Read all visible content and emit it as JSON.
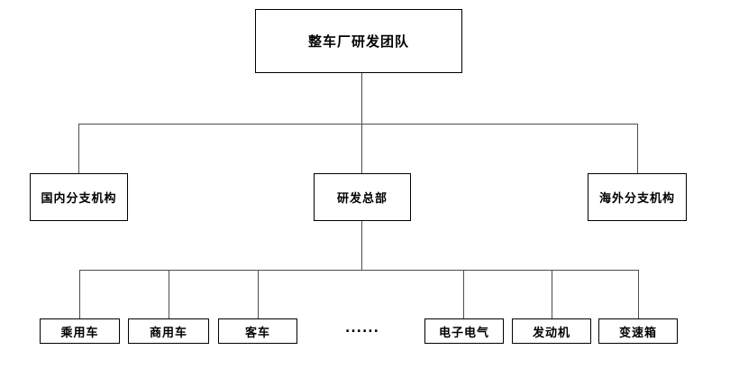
{
  "diagram": {
    "type": "org-chart",
    "root": {
      "label": "整车厂研发团队"
    },
    "level2": [
      {
        "label": "国内分支机构"
      },
      {
        "label": "研发总部"
      },
      {
        "label": "海外分支机构"
      }
    ],
    "level3": [
      {
        "label": "乘用车"
      },
      {
        "label": "商用车"
      },
      {
        "label": "客车"
      },
      {
        "label": "电子电气"
      },
      {
        "label": "发动机"
      },
      {
        "label": "变速箱"
      }
    ],
    "ellipsis": "......",
    "colors": {
      "background": "#ffffff",
      "box_border": "#000000",
      "connector": "#4d4d4d",
      "text": "#000000"
    }
  }
}
